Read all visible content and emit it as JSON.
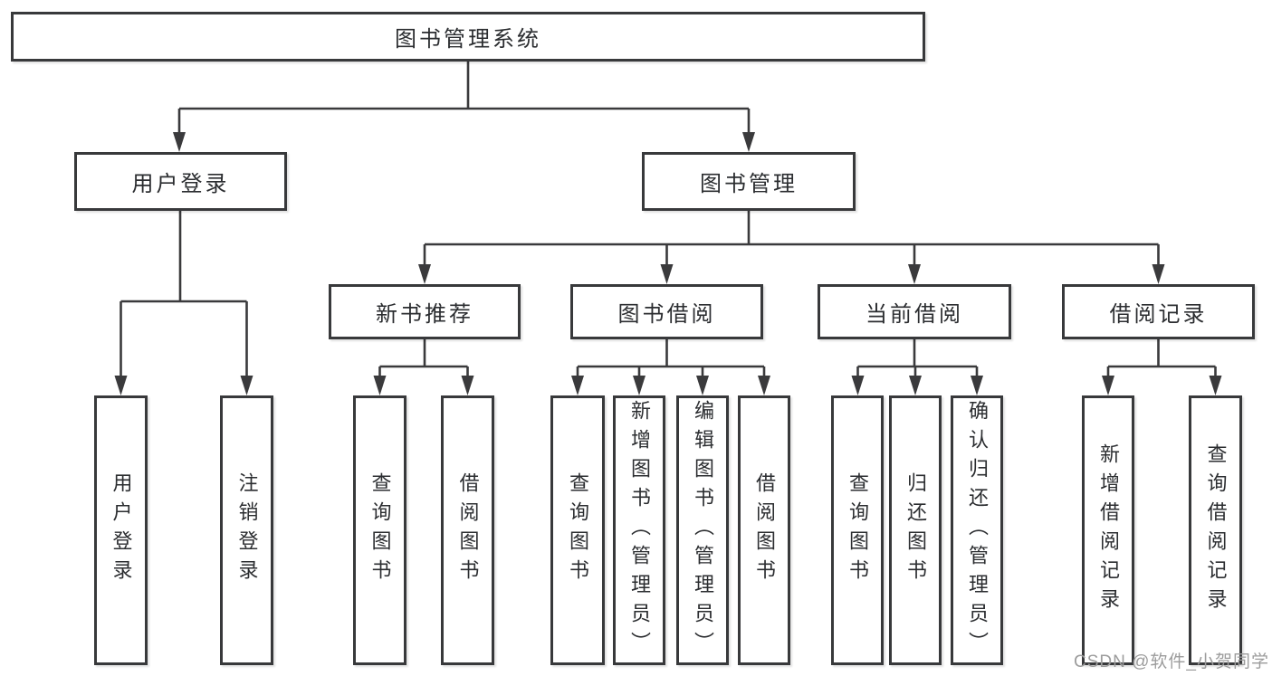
{
  "tree": {
    "root": {
      "label": "图书管理系统"
    },
    "branches": [
      {
        "label": "用户登录",
        "children": [
          {
            "label": "用户登录"
          },
          {
            "label": "注销登录"
          }
        ]
      },
      {
        "label": "图书管理",
        "sections": [
          {
            "label": "新书推荐",
            "children": [
              {
                "label": "查询图书"
              },
              {
                "label": "借阅图书"
              }
            ]
          },
          {
            "label": "图书借阅",
            "children": [
              {
                "label": "查询图书"
              },
              {
                "label": "新增图书（管理员）"
              },
              {
                "label": "编辑图书（管理员）"
              },
              {
                "label": "借阅图书"
              }
            ]
          },
          {
            "label": "当前借阅",
            "children": [
              {
                "label": "查询图书"
              },
              {
                "label": "归还图书"
              },
              {
                "label": "确认归还（管理员）"
              }
            ]
          },
          {
            "label": "借阅记录",
            "children": [
              {
                "label": "新增借阅记录"
              },
              {
                "label": "查询借阅记录"
              }
            ]
          }
        ]
      }
    ]
  },
  "watermark": "CSDN @软件_小贺同学",
  "colors": {
    "line": "#3a3a3c",
    "box_border": "#38393b",
    "text": "#2b2d30",
    "watermark": "#9c9c9c",
    "background": "#ffffff"
  }
}
